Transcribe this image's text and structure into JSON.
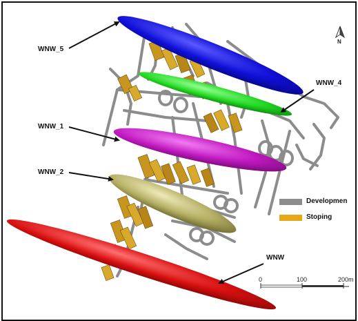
{
  "labels": {
    "wnw5": "WNW_5",
    "wnw4": "WNW_4",
    "wnw1": "WNW_1",
    "wnw2": "WNW_2",
    "wnw": "WNW"
  },
  "legend": {
    "development": {
      "label": "Developmen",
      "color": "#8c8c8c"
    },
    "stoping": {
      "label": "Stoping",
      "color": "#e6a817"
    }
  },
  "scale": {
    "ticks": [
      "0",
      "100",
      "200m"
    ]
  },
  "north": {
    "letter": "N"
  },
  "colors": {
    "wnw5": "#1414e0",
    "wnw4": "#2ee02e",
    "wnw1": "#c81ec8",
    "wnw2": "#b8b46a",
    "wnw": "#e01414",
    "tunnels": "#8c8c8c",
    "stopes": "#c8961e"
  }
}
